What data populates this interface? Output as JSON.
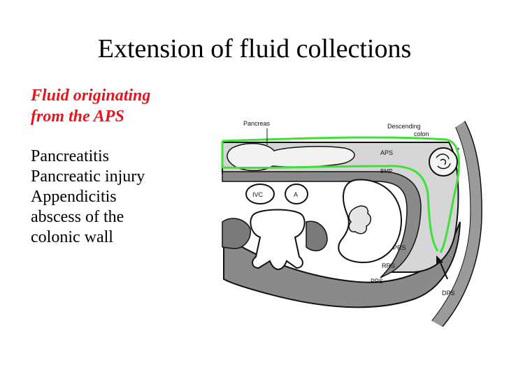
{
  "slide": {
    "title": "Extension of fluid collections",
    "subtitle_lines": [
      "Fluid originating",
      "from the APS"
    ],
    "bullets": [
      "Pancreatitis",
      "Pancreatic injury",
      "Appendicitis",
      "abscess of the",
      "colonic wall"
    ]
  },
  "diagram": {
    "labels": {
      "pancreas": "Pancreas",
      "descending_colon_line1": "Descending",
      "descending_colon_line2": "colon",
      "aps": "APS",
      "bmp": "BMP",
      "ivc": "IVC",
      "a": "A",
      "prs": "PRS",
      "rrs": "RRS",
      "pps": "PPS",
      "dps": "DPS"
    },
    "colors": {
      "highlight": "#3ee03a",
      "tissue_dark": "#8a8a8a",
      "tissue_light": "#d6d6d6",
      "outline": "#111111",
      "subtitle": "#e8141b"
    }
  }
}
